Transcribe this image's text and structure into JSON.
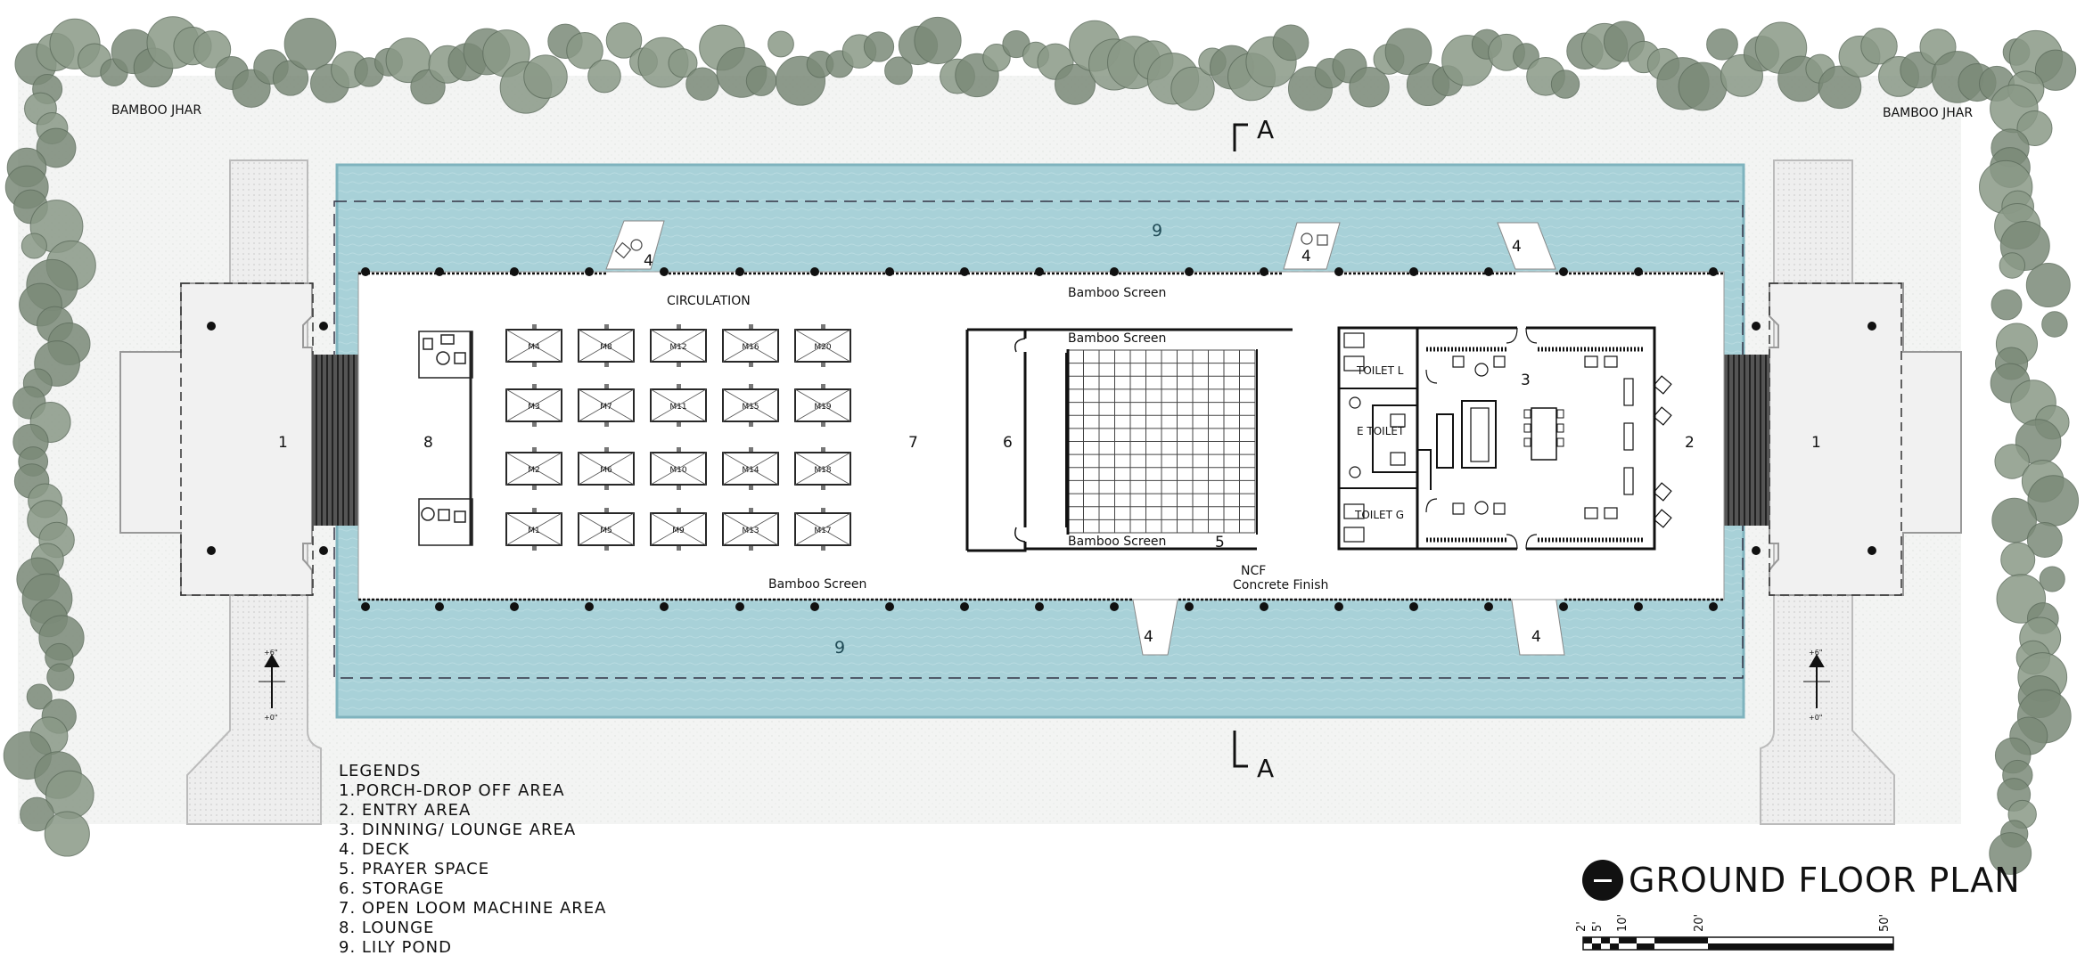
{
  "labels": {
    "bamboo_jhar_left": "BAMBOO JHAR",
    "bamboo_jhar_right": "BAMBOO JHAR",
    "section_a_top": "A",
    "section_a_bottom": "A",
    "circulation": "CIRCULATION",
    "bamboo_screen_top": "Bamboo Screen",
    "bamboo_screen_prayer_top": "Bamboo Screen",
    "bamboo_screen_prayer_bottom": "Bamboo Screen",
    "bamboo_screen_bottom": "Bamboo Screen",
    "ncf": "NCF",
    "concrete_finish": "Concrete Finish",
    "toilet_l": "TOILET L",
    "e_toilet": "E TOILET",
    "toilet_g": "TOILET G",
    "num_1_left": "1",
    "num_1_right": "1",
    "num_2": "2",
    "num_3": "3",
    "num_4_a": "4",
    "num_4_b": "4",
    "num_4_c": "4",
    "num_4_d": "4",
    "num_4_e": "4",
    "num_5": "5",
    "num_6": "6",
    "num_7": "7",
    "num_8": "8",
    "num_9_top": "9",
    "num_9_bottom": "9",
    "level_left_top": "+6\"",
    "level_left_bottom": "+0\"",
    "level_right_top": "+6\"",
    "level_right_bottom": "+0\""
  },
  "machines": {
    "col1": [
      "M4",
      "M3",
      "M2",
      "M1"
    ],
    "col2": [
      "M8",
      "M7",
      "M6",
      "M5"
    ],
    "col3": [
      "M12",
      "M11",
      "M10",
      "M9"
    ],
    "col4": [
      "M16",
      "M15",
      "M14",
      "M13"
    ],
    "col5": [
      "M20",
      "M19",
      "M18",
      "M17"
    ]
  },
  "legend": {
    "heading": "LEGENDS",
    "items": [
      "1.PORCH-DROP OFF AREA",
      "2. ENTRY AREA",
      "3. DINNING/ LOUNGE AREA",
      "4. DECK",
      "5. PRAYER SPACE",
      "6. STORAGE",
      "7. OPEN LOOM MACHINE AREA",
      "8. LOUNGE",
      "9. LILY POND"
    ]
  },
  "title": "GROUND FLOOR PLAN",
  "scale": {
    "ticks": [
      "2'",
      "5'",
      "10'",
      "20'",
      "50'"
    ]
  },
  "colors": {
    "pond": "#a9d2d9",
    "pond_edge": "#7fb3be",
    "trees": "#8a9987",
    "trees_dark": "#5f6e5e",
    "ground": "#f4f5f4",
    "walk": "#ececec",
    "line": "#111111"
  }
}
